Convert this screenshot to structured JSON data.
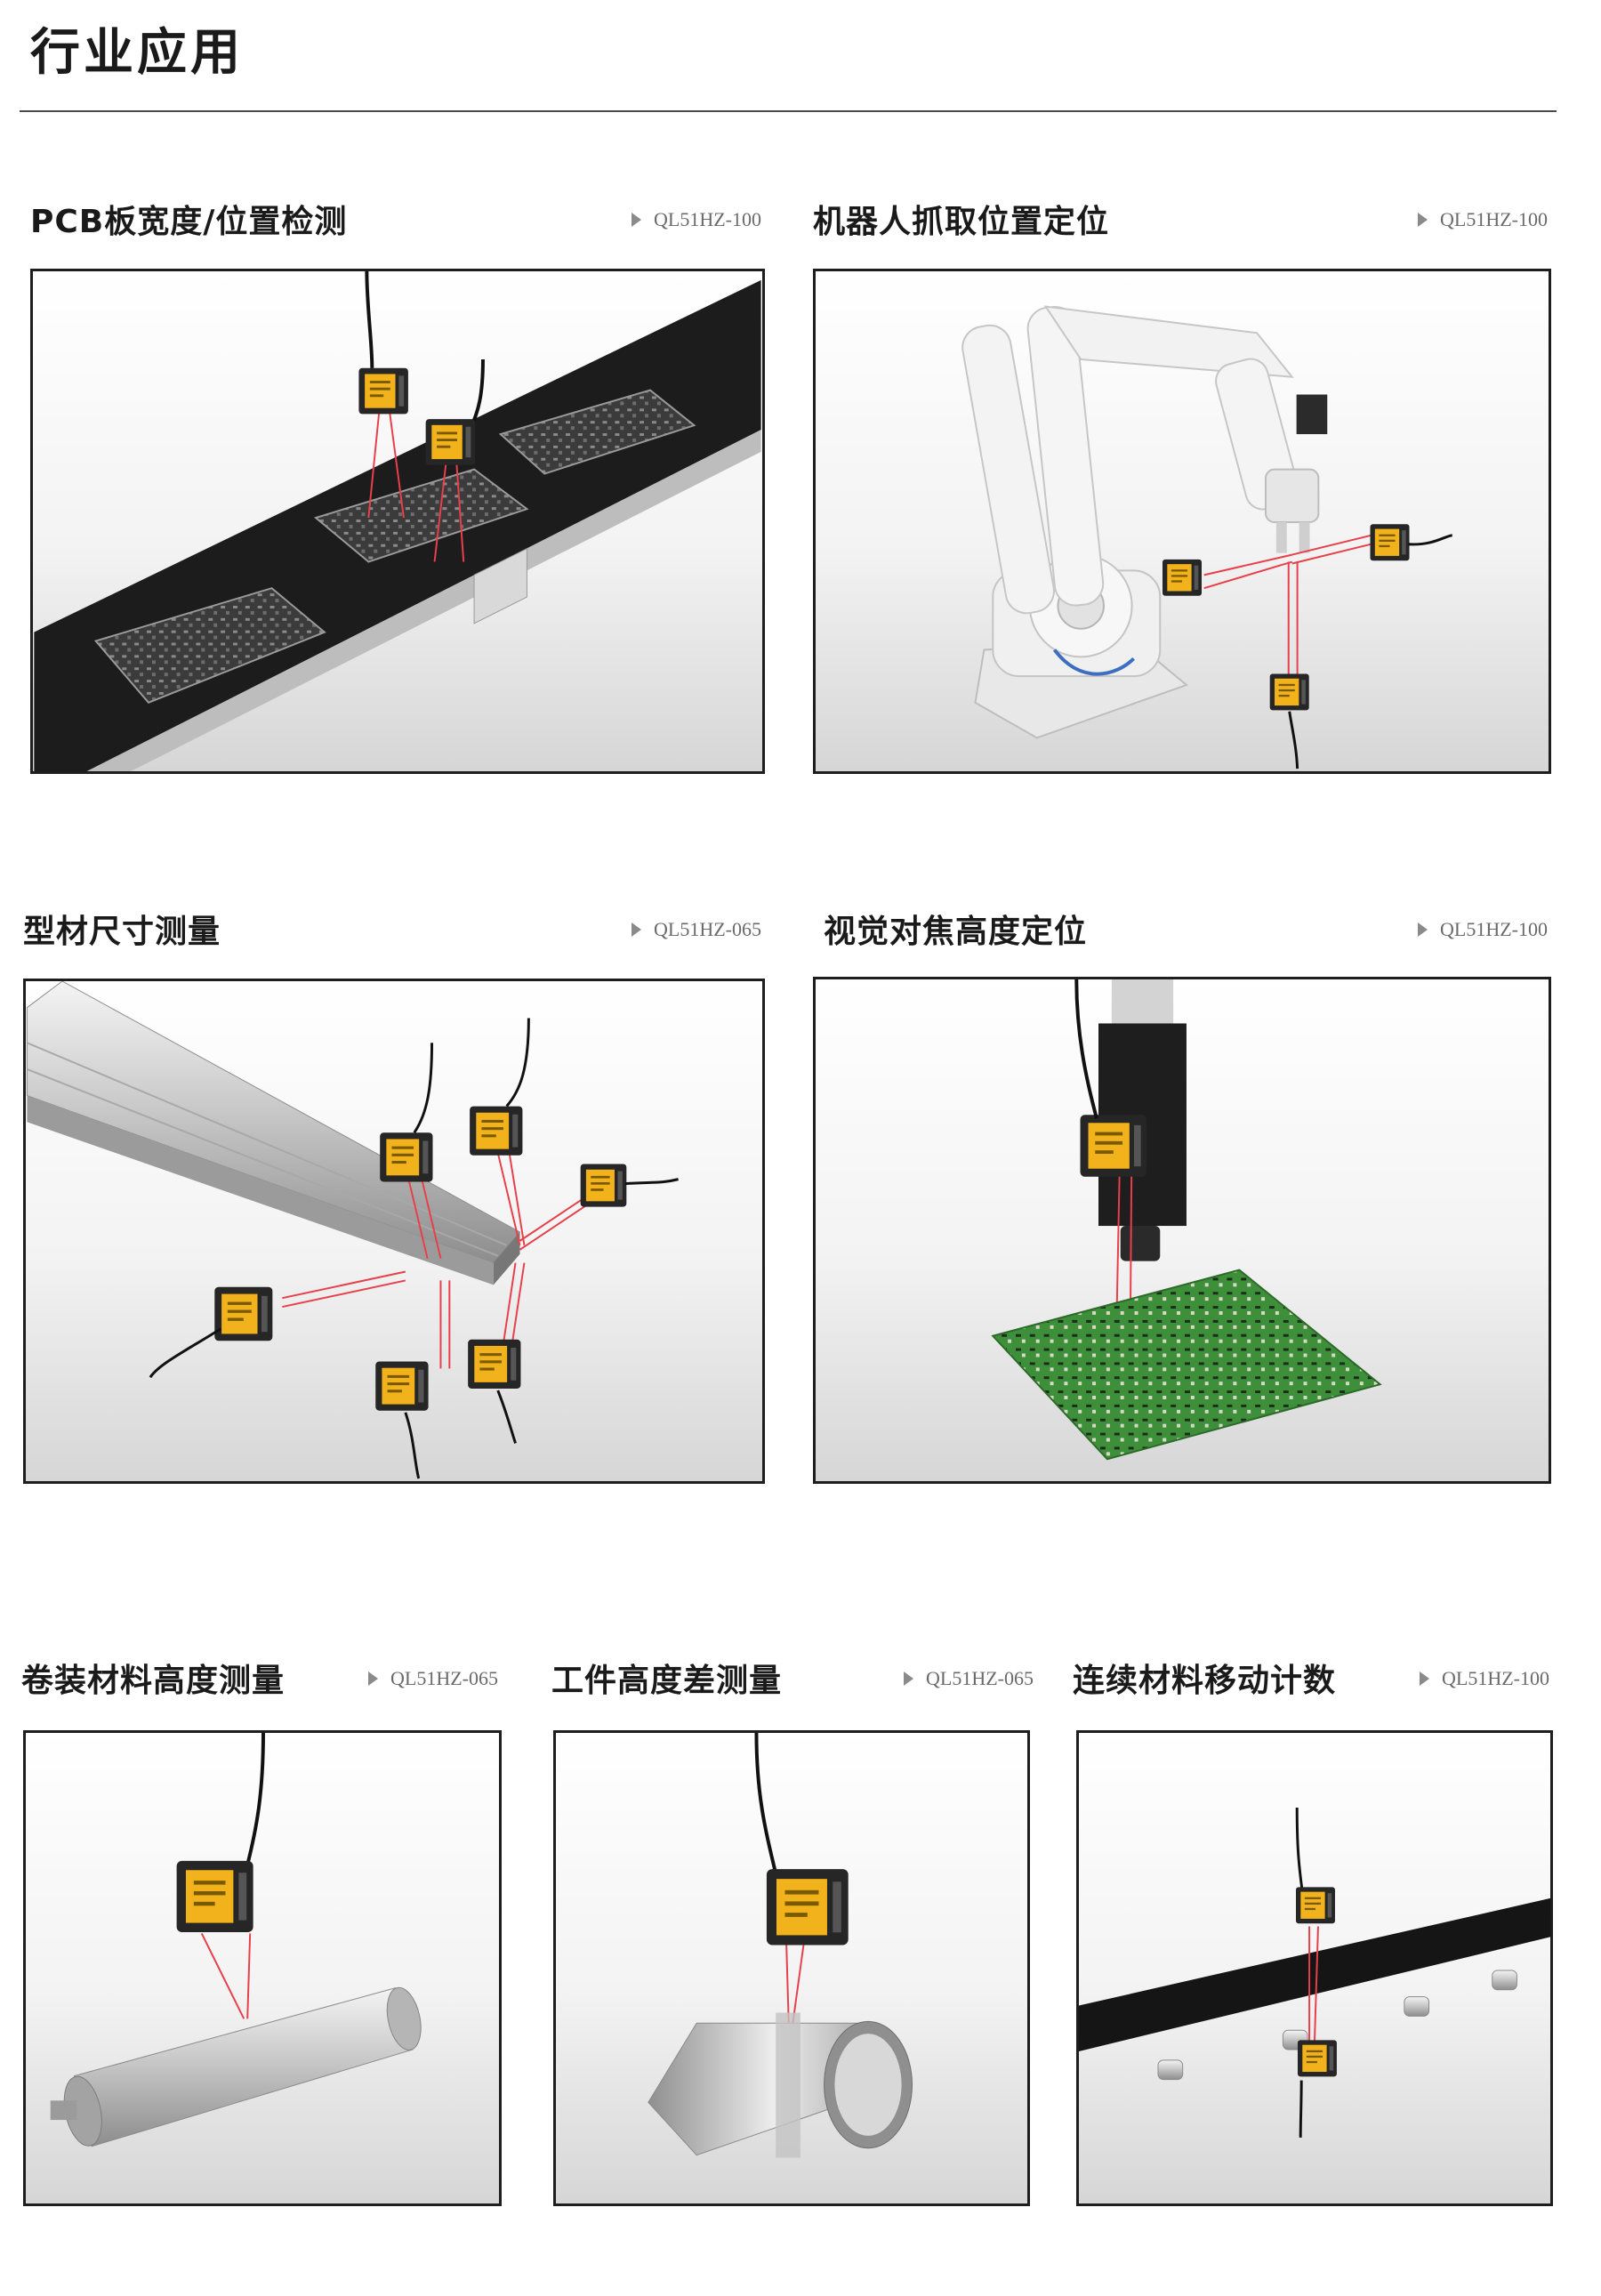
{
  "page": {
    "title": "行业应用"
  },
  "applications": [
    {
      "title": "PCB板宽度/位置检测",
      "model": "QL51HZ-100",
      "illustration_icon": "pcb-conveyor-icon"
    },
    {
      "title": "机器人抓取位置定位",
      "model": "QL51HZ-100",
      "illustration_icon": "robot-arm-icon"
    },
    {
      "title": "型材尺寸测量",
      "model": "QL51HZ-065",
      "illustration_icon": "aluminum-profile-icon"
    },
    {
      "title": "视觉对焦高度定位",
      "model": "QL51HZ-100",
      "illustration_icon": "circuit-board-focus-icon"
    },
    {
      "title": "卷装材料高度测量",
      "model": "QL51HZ-065",
      "illustration_icon": "roll-material-icon"
    },
    {
      "title": "工件高度差测量",
      "model": "QL51HZ-065",
      "illustration_icon": "pipe-workpiece-icon"
    },
    {
      "title": "连续材料移动计数",
      "model": "QL51HZ-100",
      "illustration_icon": "conveyor-belt-icon"
    }
  ],
  "colors": {
    "sensor_yellow": "#f2b21b",
    "sensor_body": "#2a2a2a",
    "laser": "#e8404a",
    "frame_border": "#1e1e1e",
    "rule": "#4a4a4a"
  }
}
